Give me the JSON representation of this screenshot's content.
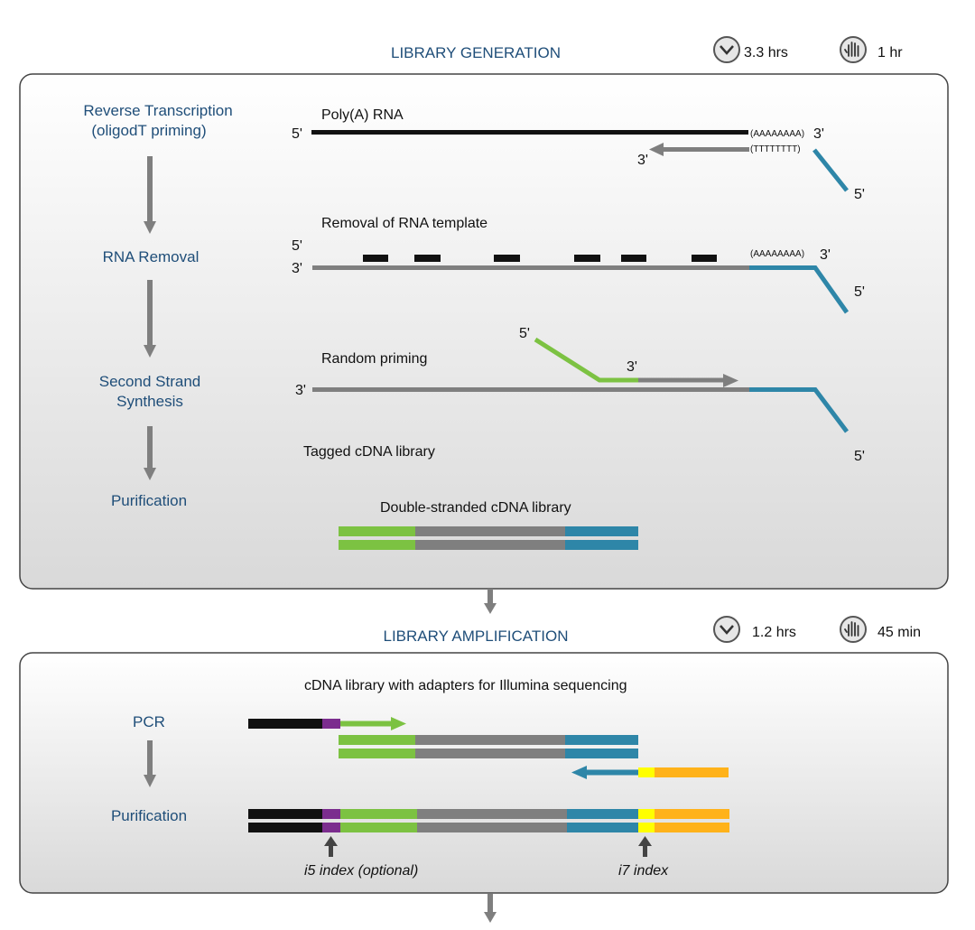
{
  "colors": {
    "black": "#111111",
    "gray": "#7f7f7f",
    "green": "#7cc242",
    "blue": "#2e86a8",
    "purple": "#7b2d8e",
    "yellow": "#ffff00",
    "orange": "#ffb21a",
    "step_text": "#1f4e79"
  },
  "icons": {
    "time_total": "chevron-down-circle-icon",
    "time_hands_on": "hand-icon"
  },
  "generation": {
    "title": "LIBRARY GENERATION",
    "total_time": "3.3 hrs",
    "hands_on_time": "1 hr",
    "steps": [
      "Reverse Transcription",
      "(oligodT priming)",
      "RNA Removal",
      "Second Strand",
      "Synthesis",
      "Purification"
    ],
    "labels": {
      "polya_rna": "Poly(A) RNA",
      "removal": "Removal of RNA template",
      "random_priming": "Random priming",
      "tagged": "Tagged cDNA library",
      "double_stranded": "Double-stranded cDNA library",
      "polya_tail": "(AAAAAAAA)",
      "oligo_dt": "(TTTTTTTT)",
      "five_prime": "5'",
      "three_prime": "3'"
    }
  },
  "amplification": {
    "title": "LIBRARY AMPLIFICATION",
    "total_time": "1.2 hrs",
    "hands_on_time": "45 min",
    "steps": [
      "PCR",
      "Purification"
    ],
    "labels": {
      "adapters": "cDNA library with adapters for Illumina sequencing",
      "i5": "i5 index (optional)",
      "i7": "i7 index"
    }
  }
}
